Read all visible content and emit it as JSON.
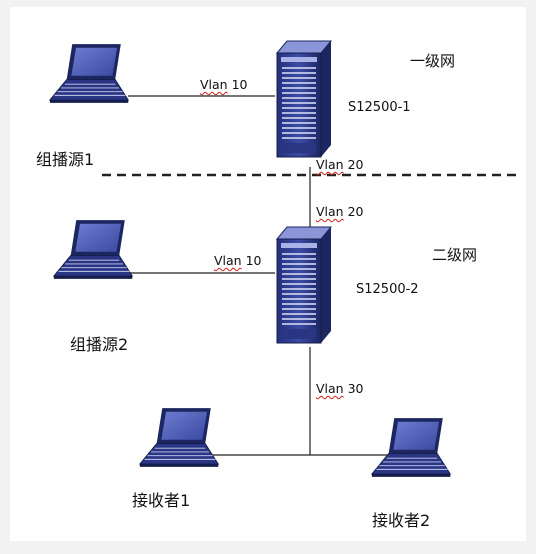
{
  "tiers": {
    "level1": "一级网",
    "level2": "二级网"
  },
  "switches": {
    "s1": "S12500-1",
    "s2": "S12500-2"
  },
  "vlans": {
    "sw1_source": {
      "prefix": "Vlan",
      "id": "10"
    },
    "sw1_uplink": {
      "prefix": "Vlan",
      "id": "20"
    },
    "sw2_uplink": {
      "prefix": "Vlan",
      "id": "20"
    },
    "sw2_source": {
      "prefix": "Vlan",
      "id": "10"
    },
    "sw2_receivers": {
      "prefix": "Vlan",
      "id": "30"
    }
  },
  "hosts": {
    "source1": "组播源1",
    "source2": "组播源2",
    "receiver1": "接收者1",
    "receiver2": "接收者2"
  },
  "colors": {
    "device_dark": "#1c2660",
    "device_mid": "#3a4aa0",
    "device_light": "#8a96d8",
    "screen": "#4e5cb6",
    "line": "#222222"
  },
  "icons": {
    "switch": "rack-switch-icon",
    "host": "laptop-icon"
  }
}
